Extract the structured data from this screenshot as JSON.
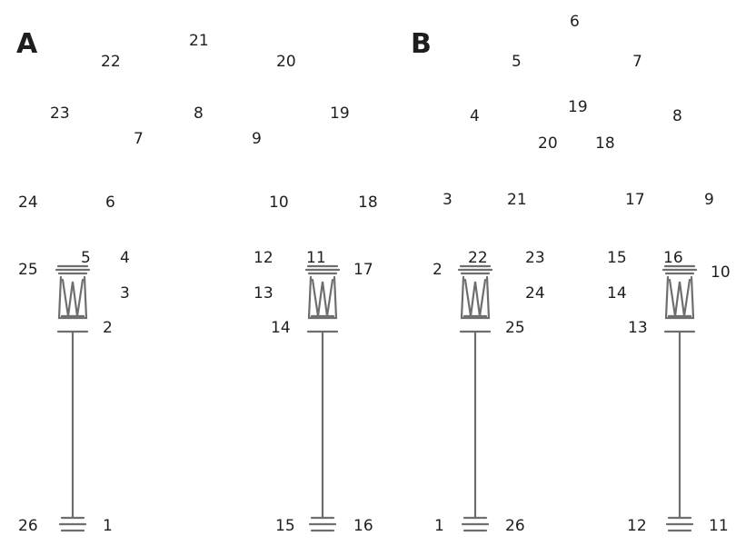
{
  "panels": [
    {
      "id": "A",
      "letter": "A",
      "labels": [
        "21",
        "22",
        "20",
        "23",
        "8",
        "19",
        "7",
        "9",
        "24",
        "6",
        "10",
        "18",
        "25",
        "5",
        "4",
        "12",
        "11",
        "17",
        "3",
        "13",
        "2",
        "14",
        "26",
        "1",
        "15",
        "16"
      ]
    },
    {
      "id": "B",
      "letter": "B",
      "labels": [
        "6",
        "5",
        "7",
        "4",
        "19",
        "8",
        "20",
        "18",
        "3",
        "21",
        "17",
        "9",
        "2",
        "22",
        "23",
        "15",
        "16",
        "10",
        "24",
        "14",
        "25",
        "13",
        "1",
        "26",
        "12",
        "11"
      ]
    }
  ],
  "colors": {
    "ink": "#1e1e1e",
    "stroke": "#6e6e6e"
  }
}
